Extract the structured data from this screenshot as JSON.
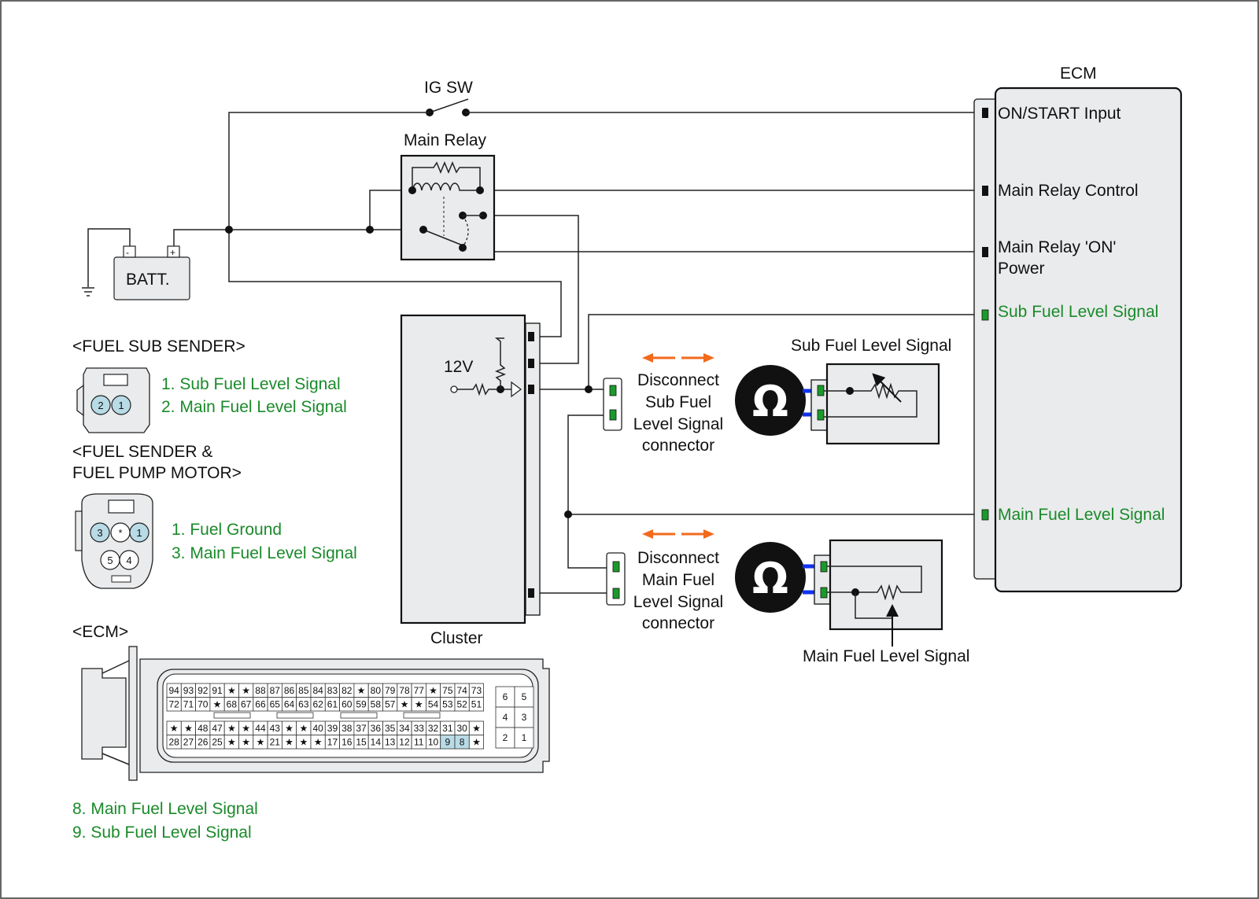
{
  "colors": {
    "signal_green": "#1a8a2a",
    "probe_blue": "#1133ee",
    "arrow_orange": "#f26a1b",
    "pin_highlight": "#b8dbe6",
    "component_fill": "#e9ebec"
  },
  "labels": {
    "ig_sw": "IG SW",
    "main_relay": "Main Relay",
    "batt": "BATT.",
    "batt_neg": "-",
    "batt_pos": "+",
    "cluster": "Cluster",
    "cluster_12v": "12V",
    "ecm_title": "ECM"
  },
  "ecm_pins": {
    "on_start": "ON/START Input",
    "main_relay_control": "Main Relay Control",
    "main_relay_on_1": "Main Relay 'ON'",
    "main_relay_on_2": "Power",
    "sub_fuel": "Sub Fuel Level Signal",
    "main_fuel": "Main Fuel Level Signal"
  },
  "sub_connector": {
    "title": "Sub Fuel Level Signal",
    "action": [
      "Disconnect",
      "Sub Fuel",
      "Level Signal",
      "connector"
    ],
    "meter_icon": "ohmmeter-icon",
    "meter_symbol": "Ω"
  },
  "main_connector": {
    "title": "Main Fuel Level Signal",
    "action": [
      "Disconnect",
      "Main Fuel",
      "Level Signal",
      "connector"
    ],
    "meter_icon": "ohmmeter-icon",
    "meter_symbol": "Ω"
  },
  "fuel_sub_sender": {
    "heading": "<FUEL SUB SENDER>",
    "pins": [
      "2",
      "1"
    ],
    "items": [
      "1. Sub Fuel Level Signal",
      "2. Main Fuel Level Signal"
    ]
  },
  "fuel_sender_pump": {
    "heading_1": "<FUEL SENDER &",
    "heading_2": "FUEL PUMP MOTOR>",
    "pins_top": [
      "3",
      "*",
      "1"
    ],
    "pins_bottom": [
      "5",
      "4"
    ],
    "items": [
      "1. Fuel Ground",
      "3. Main Fuel Level Signal"
    ]
  },
  "ecm_connector": {
    "heading": "<ECM>",
    "rows": [
      [
        "94",
        "93",
        "92",
        "91",
        "★",
        "★",
        "88",
        "87",
        "86",
        "85",
        "84",
        "83",
        "82",
        "★",
        "80",
        "79",
        "78",
        "77",
        "★",
        "75",
        "74",
        "73"
      ],
      [
        "72",
        "71",
        "70",
        "★",
        "68",
        "67",
        "66",
        "65",
        "64",
        "63",
        "62",
        "61",
        "60",
        "59",
        "58",
        "57",
        "★",
        "★",
        "54",
        "53",
        "52",
        "51"
      ],
      [
        "★",
        "★",
        "48",
        "47",
        "★",
        "★",
        "44",
        "43",
        "★",
        "★",
        "40",
        "39",
        "38",
        "37",
        "36",
        "35",
        "34",
        "33",
        "32",
        "31",
        "30",
        "★"
      ],
      [
        "28",
        "27",
        "26",
        "25",
        "★",
        "★",
        "★",
        "21",
        "★",
        "★",
        "★",
        "17",
        "16",
        "15",
        "14",
        "13",
        "12",
        "11",
        "10",
        "9",
        "8",
        "★"
      ]
    ],
    "highlight": [
      "9",
      "8"
    ],
    "side_rows": [
      [
        "6",
        "5"
      ],
      [
        "4",
        "3"
      ],
      [
        "2",
        "1"
      ]
    ],
    "items": [
      "8. Main Fuel Level Signal",
      "9. Sub Fuel Level Signal"
    ]
  }
}
